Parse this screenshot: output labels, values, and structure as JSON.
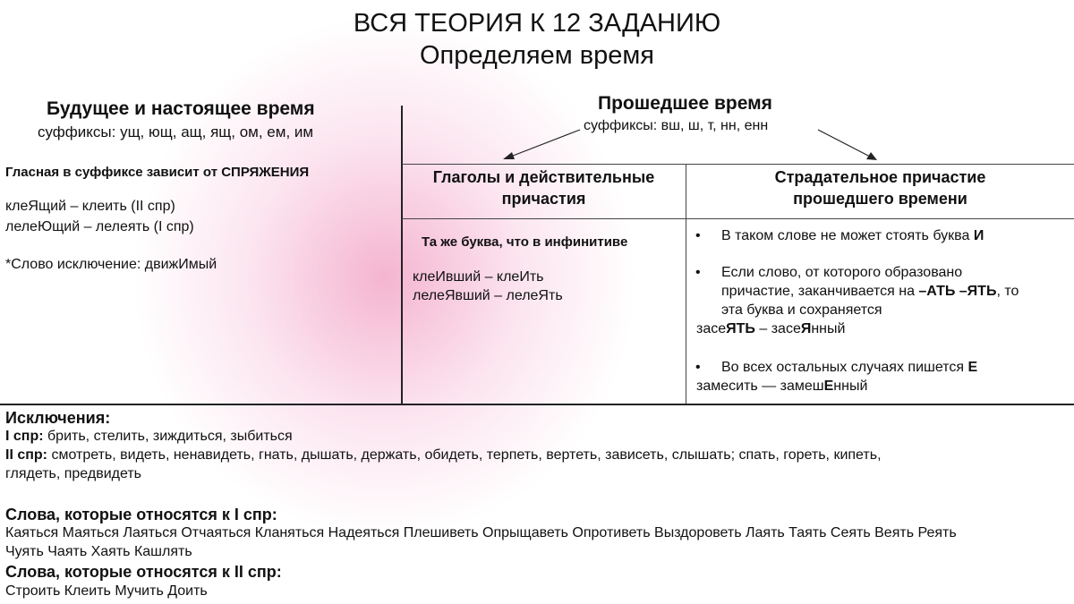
{
  "header": {
    "title": "ВСЯ ТЕОРИЯ К 12 ЗАДАНИЮ",
    "subtitle": "Определяем время"
  },
  "left": {
    "heading": "Будущее и настоящее время",
    "suffixes": "суффиксы: ущ, ющ, ащ, ящ, ом, ем, им",
    "rule": "Гласная в суффиксе зависит от СПРЯЖЕНИЯ",
    "example1": "клеЯщий – клеить (II спр)",
    "example2": "лелеЮщий – лелеять (I спр)",
    "exception": "*Слово исключение: движИмый"
  },
  "right": {
    "heading": "Прошедшее время",
    "suffixes": "суффиксы: вш, ш, т, нн, енн",
    "col1": {
      "heading_line1": "Глаголы и действительные",
      "heading_line2": "причастия",
      "rule": "Та же буква, что в инфинитиве",
      "example1": "клеИвший – клеИть",
      "example2": "лелеЯвший – лелеЯть"
    },
    "col2": {
      "heading_line1": "Страдательное причастие",
      "heading_line2": "прошедшего времени",
      "bullet_mark": "•",
      "b1_text": "В таком слове не может стоять буква ",
      "b1_bold": "И",
      "b2_line1": "Если слово, от которого образовано",
      "b2_line2_a": "причастие, заканчивается на ",
      "b2_line2_bold": "–АТЬ –ЯТЬ",
      "b2_line2_b": ", то",
      "b2_line3": "эта буква и сохраняется",
      "ex_a": "засе",
      "ex_b": "ЯТЬ",
      "ex_c": " – засе",
      "ex_d": "Я",
      "ex_e": "нный",
      "b3_text": "Во всех остальных случаях пишется ",
      "b3_bold": "Е",
      "ex2_a": "замесить — замеш",
      "ex2_b": "Е",
      "ex2_c": "нный"
    }
  },
  "exceptions": {
    "heading": "Исключения:",
    "i_label": "I спр:",
    "i_words": " брить, стелить, зиждиться, зыбиться",
    "ii_label": "II спр:",
    "ii_words_line1": " смотреть, видеть, ненавидеть, гнать, дышать, держать, обидеть, терпеть, вертеть, зависеть, слышать; спать, гореть, кипеть,",
    "ii_words_line2": "глядеть, предвидеть"
  },
  "first_conj": {
    "heading": "Слова, которые относятся к I спр:",
    "line1": "Каяться Маяться Лаяться Отчаяться Кланяться Надеяться Плешиветь Опрыщаветь Опротиветь Выздороветь Лаять Таять Сеять Веять Реять",
    "line2": "Чуять Чаять Хаять Кашлять"
  },
  "second_conj": {
    "heading": "Слова, которые относятся к II спр:",
    "line1": "Строить Клеить Мучить  Доить"
  }
}
